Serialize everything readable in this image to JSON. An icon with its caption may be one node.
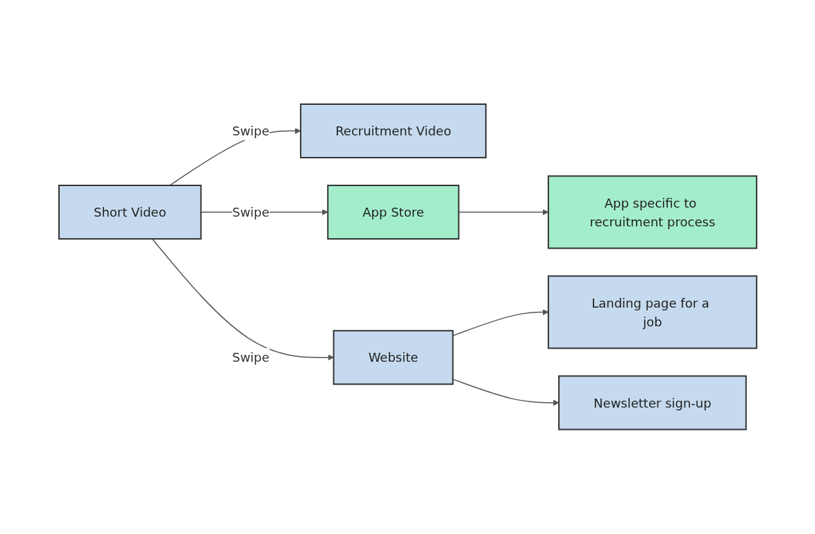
{
  "diagram": {
    "nodes": [
      {
        "text": [
          "Short Video"
        ]
      },
      {
        "text": [
          "Recruitment Video"
        ]
      },
      {
        "text": [
          "App Store"
        ]
      },
      {
        "text": [
          "App specific to recruitment process"
        ]
      },
      {
        "text": [
          "Website"
        ]
      },
      {
        "text": [
          "Landing page for a job"
        ]
      },
      {
        "text": [
          "Newsletter sign-up"
        ]
      }
    ],
    "edges": [
      {
        "from": 0,
        "to": 1,
        "arrow": "to",
        "label": "Swipe"
      },
      {
        "from": 0,
        "to": 2,
        "arrow": "to",
        "label": "Swipe"
      },
      {
        "from": 0,
        "to": 4,
        "arrow": "to",
        "label": "Swipe"
      },
      {
        "from": 2,
        "to": 3,
        "arrow": "to"
      },
      {
        "from": 4,
        "to": 5,
        "arrow": "to"
      },
      {
        "from": 4,
        "to": 6,
        "arrow": "to"
      }
    ]
  }
}
